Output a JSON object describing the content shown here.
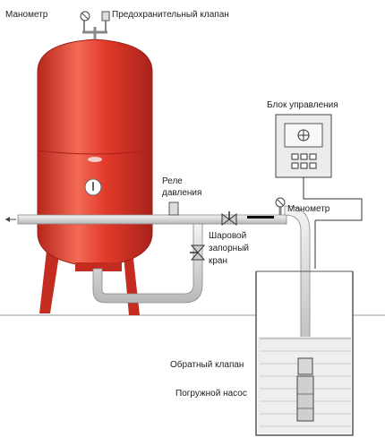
{
  "labels": {
    "manometer_top": "Манометр",
    "safety_valve": "Предохранительный клапан",
    "control_block": "Блок управления",
    "pressure_relay_1": "Реле",
    "pressure_relay_2": "давления",
    "manometer_right": "Манометр",
    "ball_valve_1": "Шаровой",
    "ball_valve_2": "запорный",
    "ball_valve_3": "кран",
    "check_valve": "Обратный клапан",
    "submersible_pump": "Погружной насос"
  },
  "colors": {
    "tank": "#e23a2a",
    "tank_dark": "#b8261c",
    "tank_light": "#f26a55",
    "pipe": "#d8d8d8",
    "outline": "#444444",
    "water": "#eeeeee"
  }
}
